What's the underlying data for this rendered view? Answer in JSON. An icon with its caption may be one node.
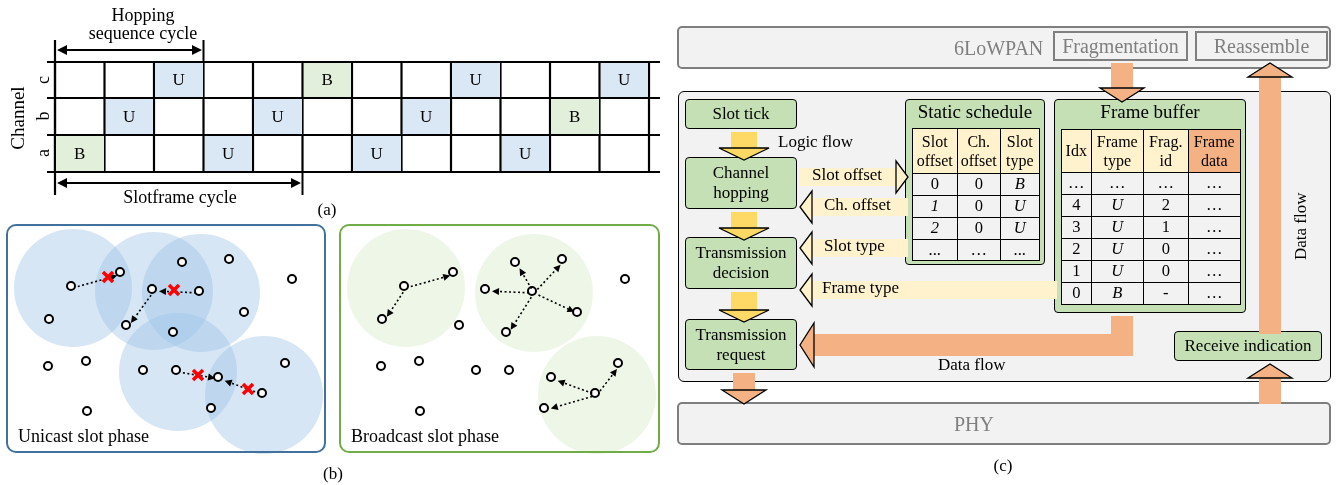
{
  "diagram": {
    "nodes": [
      {
        "text": [
          "Unicast slot phase"
        ]
      },
      {
        "text": [],
        "shape": "circle",
        "in": 0
      },
      {
        "text": [],
        "shape": "circle",
        "in": 0
      },
      {
        "text": [],
        "shape": "circle",
        "in": 0
      },
      {
        "text": [],
        "shape": "circle",
        "in": 0
      },
      {
        "text": [],
        "shape": "circle",
        "in": 0
      },
      {
        "text": [],
        "shape": "circle",
        "in": 0
      },
      {
        "text": [],
        "shape": "circle",
        "in": 0
      },
      {
        "text": [],
        "shape": "circle",
        "in": 0
      },
      {
        "text": [],
        "shape": "circle",
        "in": 0
      },
      {
        "text": [],
        "shape": "circle",
        "in": 0
      },
      {
        "text": [],
        "shape": "circle",
        "in": 0
      },
      {
        "text": [],
        "shape": "circle",
        "in": 0
      },
      {
        "text": [],
        "shape": "circle",
        "in": 0
      },
      {
        "text": [],
        "shape": "circle",
        "in": 0
      },
      {
        "text": [],
        "shape": "circle",
        "in": 0
      },
      {
        "text": [],
        "shape": "circle",
        "in": 0
      },
      {
        "text": [],
        "shape": "circle",
        "in": 0
      },
      {
        "text": [],
        "shape": "circle",
        "in": 0
      },
      {
        "text": [],
        "shape": "circle",
        "in": 0
      },
      {
        "text": [],
        "shape": "circle",
        "in": 0
      },
      {
        "text": [
          "Broadcast slot phase"
        ]
      },
      {
        "text": [],
        "shape": "circle",
        "in": 21
      },
      {
        "text": [],
        "shape": "circle",
        "in": 21
      },
      {
        "text": [],
        "shape": "circle",
        "in": 21
      },
      {
        "text": [],
        "shape": "circle",
        "in": 21
      },
      {
        "text": [],
        "shape": "circle",
        "in": 21
      },
      {
        "text": [],
        "shape": "circle",
        "in": 21
      },
      {
        "text": [],
        "shape": "circle",
        "in": 21
      },
      {
        "text": [],
        "shape": "circle",
        "in": 21
      },
      {
        "text": [],
        "shape": "circle",
        "in": 21
      },
      {
        "text": [],
        "shape": "circle",
        "in": 21
      },
      {
        "text": [],
        "shape": "circle",
        "in": 21
      },
      {
        "text": [],
        "shape": "circle",
        "in": 21
      },
      {
        "text": [],
        "shape": "circle",
        "in": 21
      },
      {
        "text": [],
        "shape": "circle",
        "in": 21
      },
      {
        "text": [],
        "shape": "circle",
        "in": 21
      },
      {
        "text": [],
        "shape": "circle",
        "in": 21
      },
      {
        "text": [],
        "shape": "circle",
        "in": 21
      },
      {
        "text": [],
        "shape": "circle",
        "in": 21
      },
      {
        "text": [],
        "shape": "circle",
        "in": 21
      },
      {
        "text": [],
        "shape": "circle",
        "in": 21
      },
      {
        "text": [
          "6LoWPAN"
        ]
      },
      {
        "text": [
          "Fragmentation"
        ],
        "in": 42
      },
      {
        "text": [
          "Reassemble"
        ],
        "in": 42
      },
      {
        "text": [],
        "shape": "box"
      },
      {
        "text": [
          "Slot tick"
        ],
        "in": 45
      },
      {
        "text": [
          "Channel hopping"
        ],
        "in": 45
      },
      {
        "text": [
          "Transmission decision"
        ],
        "in": 45
      },
      {
        "text": [
          "Transmission request"
        ],
        "in": 45
      },
      {
        "text": [
          "Static schedule"
        ],
        "in": 45
      },
      {
        "text": [
          "Frame buffer"
        ],
        "in": 45
      },
      {
        "text": [
          "Receive indication"
        ],
        "in": 45
      },
      {
        "text": [
          "PHY"
        ]
      }
    ],
    "edges": [
      {
        "from": 3,
        "to": 6,
        "arrow": "to",
        "style": "dashed"
      },
      {
        "from": 13,
        "to": 9,
        "arrow": "to",
        "style": "dashed"
      },
      {
        "from": 9,
        "to": 7,
        "arrow": "to",
        "style": "dashed"
      },
      {
        "from": 11,
        "to": 15,
        "arrow": "to",
        "style": "dashed"
      },
      {
        "from": 18,
        "to": 15,
        "arrow": "to",
        "style": "dashed"
      },
      {
        "from": 24,
        "to": 27,
        "arrow": "to",
        "style": "dashed"
      },
      {
        "from": 24,
        "to": 23,
        "arrow": "to",
        "style": "dashed"
      },
      {
        "from": 34,
        "to": 33,
        "arrow": "to",
        "style": "dashed"
      },
      {
        "from": 34,
        "to": 37,
        "arrow": "to",
        "style": "dashed"
      },
      {
        "from": 34,
        "to": 30,
        "arrow": "to",
        "style": "dashed"
      },
      {
        "from": 34,
        "to": 38,
        "arrow": "to",
        "style": "dashed"
      },
      {
        "from": 34,
        "to": 31,
        "arrow": "to",
        "style": "dashed"
      },
      {
        "from": 39,
        "to": 40,
        "arrow": "to",
        "style": "dashed"
      },
      {
        "from": 39,
        "to": 36,
        "arrow": "to",
        "style": "dashed"
      },
      {
        "from": 39,
        "to": 35,
        "arrow": "to",
        "style": "dashed"
      },
      {
        "from": 46,
        "to": 47,
        "arrow": "to",
        "label": "Logic flow",
        "style": "thick",
        "color": "#ffd966"
      },
      {
        "from": 47,
        "to": 48,
        "arrow": "to",
        "style": "thick",
        "color": "#ffd966"
      },
      {
        "from": 48,
        "to": 49,
        "arrow": "to",
        "style": "thick",
        "color": "#ffd966"
      },
      {
        "from": 47,
        "to": 50,
        "arrow": "to",
        "label": "Slot offset",
        "style": "thick",
        "color": "#fff2cc"
      },
      {
        "from": 50,
        "to": 47,
        "arrow": "to",
        "label": "Ch. offset",
        "style": "thick",
        "color": "#fff2cc"
      },
      {
        "from": 50,
        "to": 48,
        "arrow": "to",
        "label": "Slot type",
        "style": "thick",
        "color": "#fff2cc"
      },
      {
        "from": 51,
        "to": 48,
        "arrow": "to",
        "label": "Frame type",
        "style": "thick",
        "color": "#fff2cc"
      },
      {
        "from": 43,
        "to": 51,
        "arrow": "to",
        "style": "thick",
        "color": "#f4b183"
      },
      {
        "from": 51,
        "to": 49,
        "arrow": "to",
        "label": "Data flow",
        "style": "thick",
        "color": "#f4b183"
      },
      {
        "from": 49,
        "to": 53,
        "arrow": "to",
        "style": "thick",
        "color": "#f4b183"
      },
      {
        "from": 53,
        "to": 52,
        "arrow": "to",
        "style": "thick",
        "color": "#f4b183"
      },
      {
        "from": 52,
        "to": 44,
        "arrow": "to",
        "label": "Data flow",
        "style": "thick",
        "color": "#f4b183"
      }
    ],
    "labels": [
      "Hopping sequence cycle",
      "Channel",
      "c",
      "U",
      "B",
      "U",
      "U",
      "b",
      "U",
      "U",
      "U",
      "B",
      "a",
      "B",
      "U",
      "U",
      "U",
      "Slotframe cycle",
      "(a)",
      "(b)",
      "Slot offset",
      "Ch. offset",
      "Slot type",
      "0",
      "0",
      "B",
      "1",
      "0",
      "U",
      "2",
      "0",
      "U",
      "...",
      "…",
      "...",
      "Idx",
      "Frame type",
      "Frag. id",
      "Frame data",
      "…",
      "…",
      "…",
      "…",
      "4",
      "U",
      "2",
      "…",
      "3",
      "U",
      "1",
      "…",
      "2",
      "U",
      "0",
      "…",
      "1",
      "U",
      "0",
      "…",
      "0",
      "B",
      "-",
      "…",
      "(c)"
    ]
  }
}
